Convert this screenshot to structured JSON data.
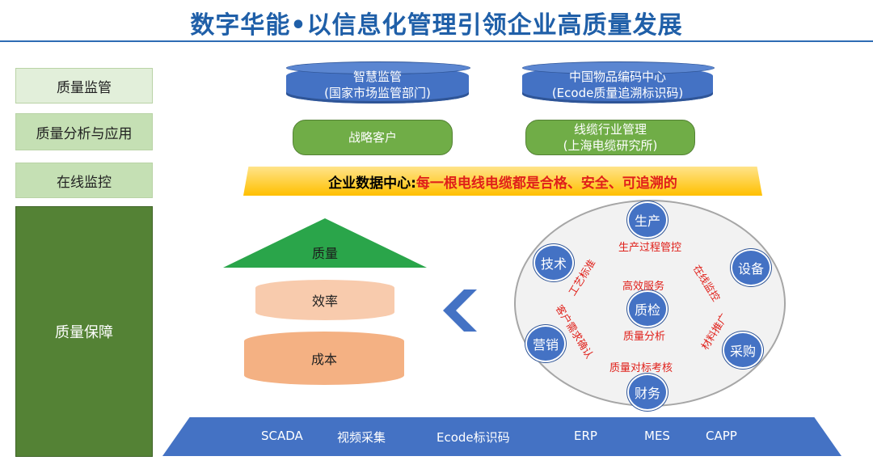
{
  "title": "数字华能•以信息化管理引领企业高质量发展",
  "sidebar": {
    "items": [
      "质量监管",
      "质量分析与应用",
      "在线监控",
      "质量保障"
    ]
  },
  "top": {
    "cyl1": {
      "line1": "智慧监管",
      "line2": "(国家市场监管部门)"
    },
    "cyl2": {
      "line1": "中国物品编码中心",
      "line2": "(Ecode质量追溯标识码)"
    },
    "pill1": {
      "line1": "战略客户"
    },
    "pill2": {
      "line1": "线缆行业管理",
      "line2": "(上海电缆研究所)"
    }
  },
  "banner": {
    "key": "企业数据中心:",
    "value": "每一根电线电缆都是合格、安全、可追溯的"
  },
  "pyramid": {
    "top": "质量",
    "middle": "效率",
    "bottom": "成本"
  },
  "cycle": {
    "nodes": {
      "production": "生产",
      "technology": "技术",
      "equipment": "设备",
      "quality": "质检",
      "sales": "营销",
      "purchase": "采购",
      "finance": "财务"
    },
    "labels": {
      "process": "生产过程管控",
      "craft": "工艺标准",
      "online": "在线监控",
      "material": "材料推广",
      "service": "高效服务",
      "analysis": "质量分析",
      "customer": "客户需求确认",
      "benchmark": "质量对标考核"
    }
  },
  "base": {
    "items": [
      "SCADA",
      "视频采集",
      "Ecode标识码",
      "ERP",
      "MES",
      "CAPP"
    ]
  },
  "colors": {
    "title": "#1f5fa8",
    "blue": "#4472c4",
    "green": "#70ad47",
    "dark_green": "#548235",
    "red": "#e0201a",
    "yellow": "#ffc000"
  }
}
